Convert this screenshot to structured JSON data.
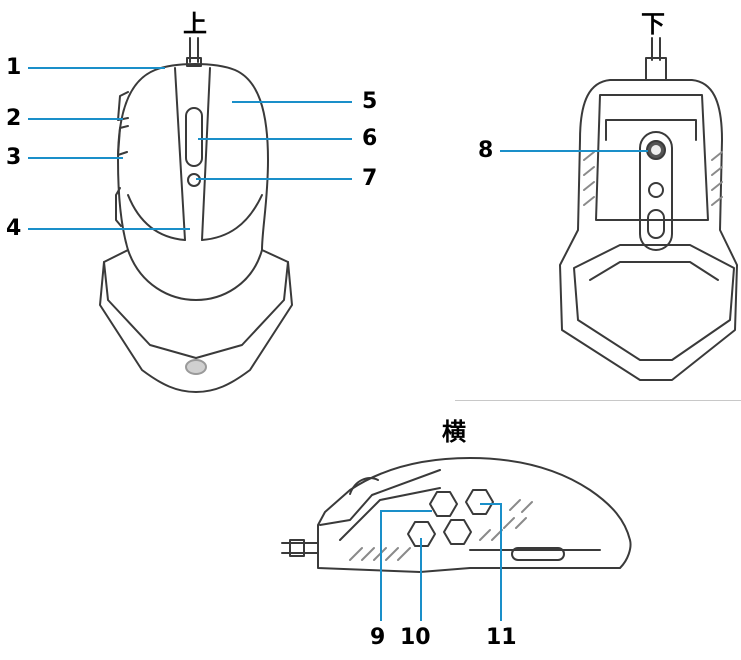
{
  "views": {
    "top": {
      "title": "上"
    },
    "bottom": {
      "title": "下"
    },
    "side": {
      "title": "横"
    }
  },
  "callouts": [
    {
      "id": "1",
      "label": "1"
    },
    {
      "id": "2",
      "label": "2"
    },
    {
      "id": "3",
      "label": "3"
    },
    {
      "id": "4",
      "label": "4"
    },
    {
      "id": "5",
      "label": "5"
    },
    {
      "id": "6",
      "label": "6"
    },
    {
      "id": "7",
      "label": "7"
    },
    {
      "id": "8",
      "label": "8"
    },
    {
      "id": "9",
      "label": "9"
    },
    {
      "id": "10",
      "label": "10"
    },
    {
      "id": "11",
      "label": "11"
    }
  ],
  "colors": {
    "callout_line": "#1a8fc9",
    "outline": "#3a3a3a",
    "divider": "#c8c8c8"
  }
}
